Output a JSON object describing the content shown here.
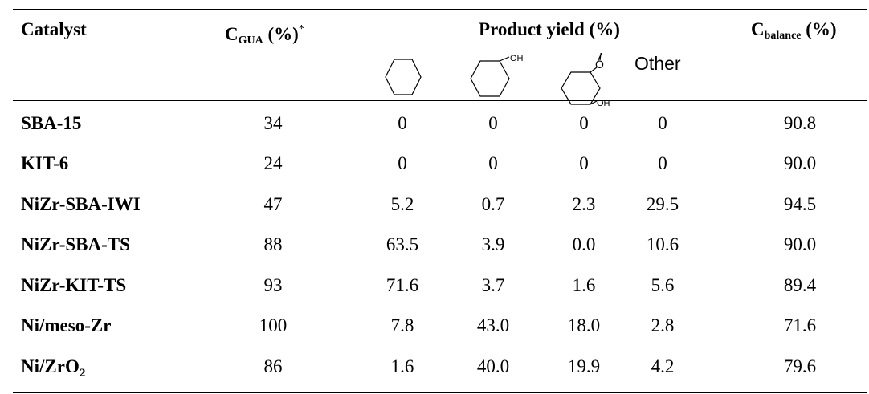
{
  "header": {
    "catalyst": "Catalyst",
    "cgua_main": "C",
    "cgua_sub": "GUA",
    "cgua_unit": " (%)",
    "cgua_note": "*",
    "product_yield": "Product yield (%)",
    "cbal_main": "C",
    "cbal_sub": "balance",
    "cbal_unit": " (%)",
    "other": "Other",
    "oh_label": "OH"
  },
  "rows": [
    {
      "catalyst": "SBA-15",
      "cgua": "34",
      "y1": "0",
      "y2": "0",
      "y3": "0",
      "y4": "0",
      "cbal": "90.8"
    },
    {
      "catalyst": "KIT-6",
      "cgua": "24",
      "y1": "0",
      "y2": "0",
      "y3": "0",
      "y4": "0",
      "cbal": "90.0"
    },
    {
      "catalyst": "NiZr-SBA-IWI",
      "cgua": "47",
      "y1": "5.2",
      "y2": "0.7",
      "y3": "2.3",
      "y4": "29.5",
      "cbal": "94.5"
    },
    {
      "catalyst": "NiZr-SBA-TS",
      "cgua": "88",
      "y1": "63.5",
      "y2": "3.9",
      "y3": "0.0",
      "y4": "10.6",
      "cbal": "90.0"
    },
    {
      "catalyst": "NiZr-KIT-TS",
      "cgua": "93",
      "y1": "71.6",
      "y2": "3.7",
      "y3": "1.6",
      "y4": "5.6",
      "cbal": "89.4"
    },
    {
      "catalyst": "Ni/meso-Zr",
      "cgua": "100",
      "y1": "7.8",
      "y2": "43.0",
      "y3": "18.0",
      "y4": "2.8",
      "cbal": "71.6"
    },
    {
      "catalyst_main": "Ni/ZrO",
      "catalyst_sub": "2",
      "cgua": "86",
      "y1": "1.6",
      "y2": "40.0",
      "y3": "19.9",
      "y4": "4.2",
      "cbal": "79.6"
    }
  ]
}
